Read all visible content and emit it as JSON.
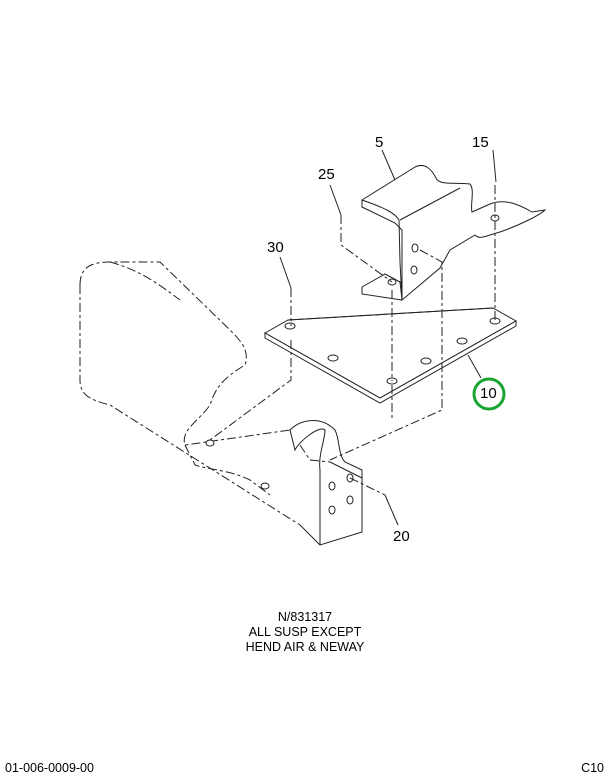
{
  "diagram": {
    "callouts": [
      {
        "id": "5",
        "label": "5"
      },
      {
        "id": "15",
        "label": "15"
      },
      {
        "id": "25",
        "label": "25"
      },
      {
        "id": "30",
        "label": "30"
      },
      {
        "id": "10",
        "label": "10",
        "highlighted": true
      },
      {
        "id": "20",
        "label": "20"
      }
    ],
    "highlight_color": "#1aa532"
  },
  "notes": {
    "line1": "N/831317",
    "line2": "ALL SUSP EXCEPT",
    "line3": "HEND AIR & NEWAY"
  },
  "footer": {
    "drawing_number": "01-006-0009-00",
    "page_code": "C10"
  }
}
